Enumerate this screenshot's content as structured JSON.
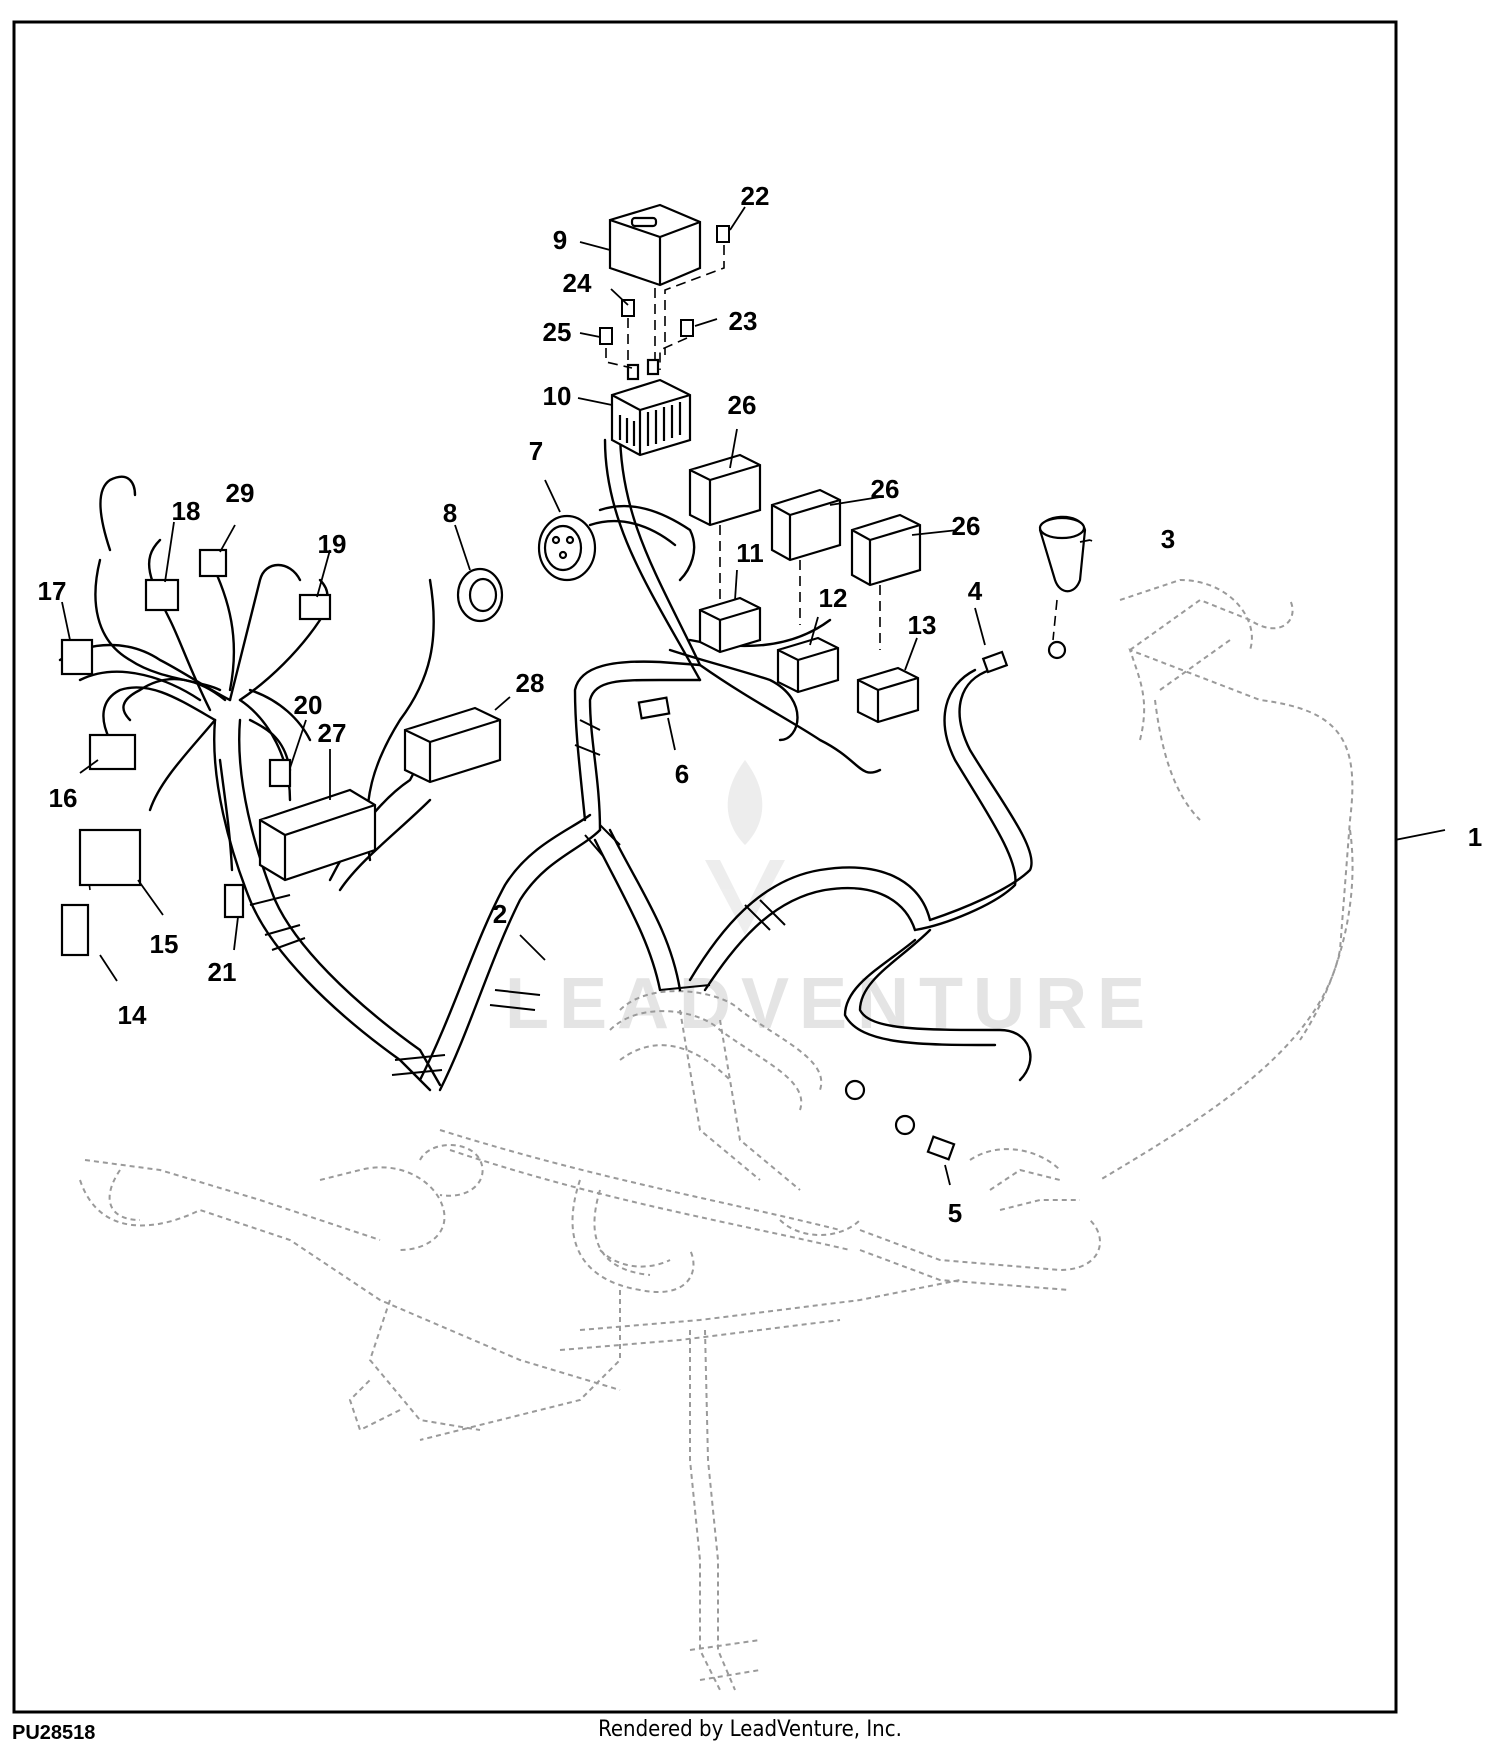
{
  "figure": {
    "id": "PU28518",
    "credit": "Rendered by LeadVenture, Inc.",
    "watermark": "LEADVENTURE"
  },
  "callouts": [
    "1",
    "2",
    "3",
    "4",
    "5",
    "6",
    "7",
    "8",
    "9",
    "10",
    "11",
    "12",
    "13",
    "14",
    "15",
    "16",
    "17",
    "18",
    "19",
    "20",
    "21",
    "22",
    "23",
    "24",
    "25",
    "26",
    "26",
    "26",
    "27",
    "28",
    "29"
  ],
  "colors": {
    "line": "#000000",
    "phantom": "#9a9a9a",
    "watermark": "#e4e4e4"
  }
}
